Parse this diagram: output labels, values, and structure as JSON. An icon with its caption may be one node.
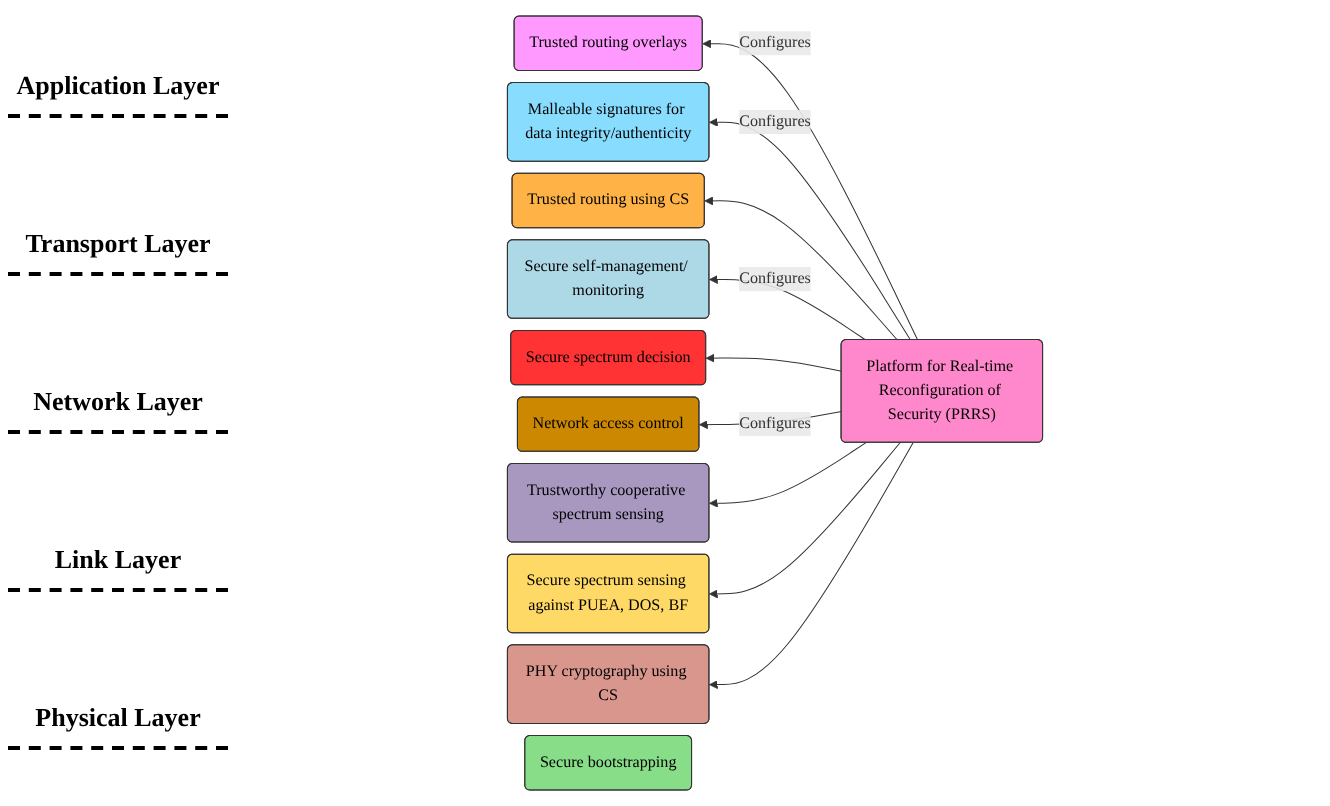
{
  "diagram": {
    "nodes": [
      {
        "text": [
          "Platform for Real-time Reconfiguration of Security (PRRS)"
        ]
      },
      {
        "text": [
          "Trusted routing overlays"
        ]
      },
      {
        "text": [
          "Malleable signatures for data integrity/authenticity"
        ]
      },
      {
        "text": [
          "Trusted routing using CS"
        ]
      },
      {
        "text": [
          "Secure bootstrapping"
        ]
      },
      {
        "text": [
          "Secure self-management/ monitoring"
        ]
      },
      {
        "text": [
          "Secure spectrum decision"
        ]
      },
      {
        "text": [
          "Network access control"
        ]
      },
      {
        "text": [
          "Trustworthy cooperative spectrum sensing"
        ]
      },
      {
        "text": [
          "Secure spectrum sensing against PUEA, DOS, BF"
        ]
      },
      {
        "text": [
          "PHY cryptography using CS"
        ]
      }
    ],
    "edges": [
      {
        "from": 0,
        "to": 1,
        "arrow": "to",
        "label": "Configures"
      },
      {
        "from": 0,
        "to": 2,
        "arrow": "to",
        "label": "Configures"
      },
      {
        "from": 0,
        "to": 3,
        "arrow": "to"
      },
      {
        "from": 0,
        "to": 5,
        "arrow": "to",
        "label": "Configures"
      },
      {
        "from": 0,
        "to": 6,
        "arrow": "to"
      },
      {
        "from": 0,
        "to": 7,
        "arrow": "to",
        "label": "Configures"
      },
      {
        "from": 0,
        "to": 8,
        "arrow": "to"
      },
      {
        "from": 0,
        "to": 9,
        "arrow": "to"
      },
      {
        "from": 0,
        "to": 10,
        "arrow": "to"
      }
    ],
    "labels": [
      "Application Layer",
      "Transport Layer",
      "Network Layer",
      "Link Layer",
      "Physical Layer"
    ]
  }
}
